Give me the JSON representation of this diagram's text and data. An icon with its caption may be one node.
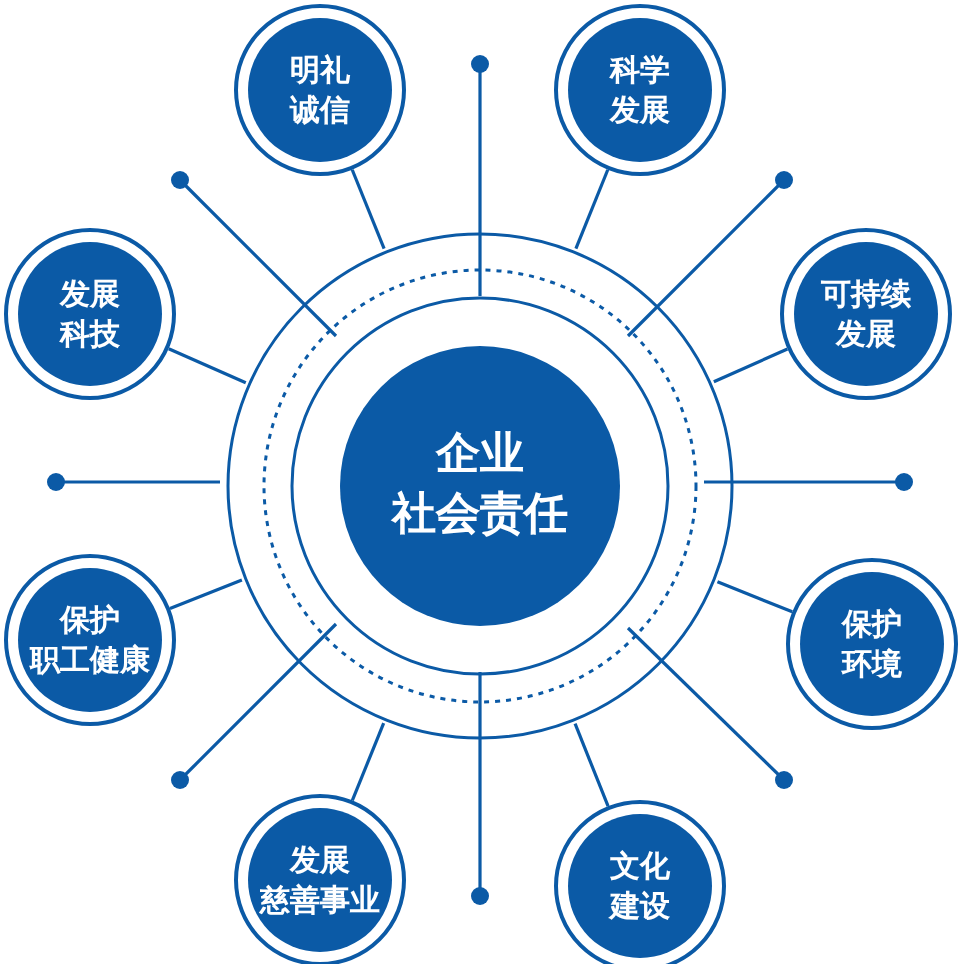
{
  "diagram": {
    "nodes": [
      {
        "text": [],
        "shape": "circle"
      },
      {
        "text": [
          "企业社会责任"
        ],
        "in": 0
      },
      {
        "text": [
          "明礼诚信"
        ]
      },
      {
        "text": [
          "科学发展"
        ]
      },
      {
        "text": [
          "发展科技"
        ]
      },
      {
        "text": [
          "可持续发展"
        ]
      },
      {
        "text": [
          "保护职工健康"
        ]
      },
      {
        "text": [
          "保护环境"
        ]
      },
      {
        "text": [
          "发展慈善事业"
        ]
      },
      {
        "text": [
          "文化建设"
        ]
      }
    ],
    "edges": [
      {
        "from": 2,
        "to": 0,
        "arrow": "none"
      },
      {
        "from": 3,
        "to": 0,
        "arrow": "none"
      },
      {
        "from": 4,
        "to": 0,
        "arrow": "none"
      },
      {
        "from": 5,
        "to": 0,
        "arrow": "none"
      },
      {
        "from": 6,
        "to": 0,
        "arrow": "none"
      },
      {
        "from": 7,
        "to": 0,
        "arrow": "none"
      },
      {
        "from": 8,
        "to": 0,
        "arrow": "none"
      },
      {
        "from": 9,
        "to": 0,
        "arrow": "none"
      }
    ]
  }
}
